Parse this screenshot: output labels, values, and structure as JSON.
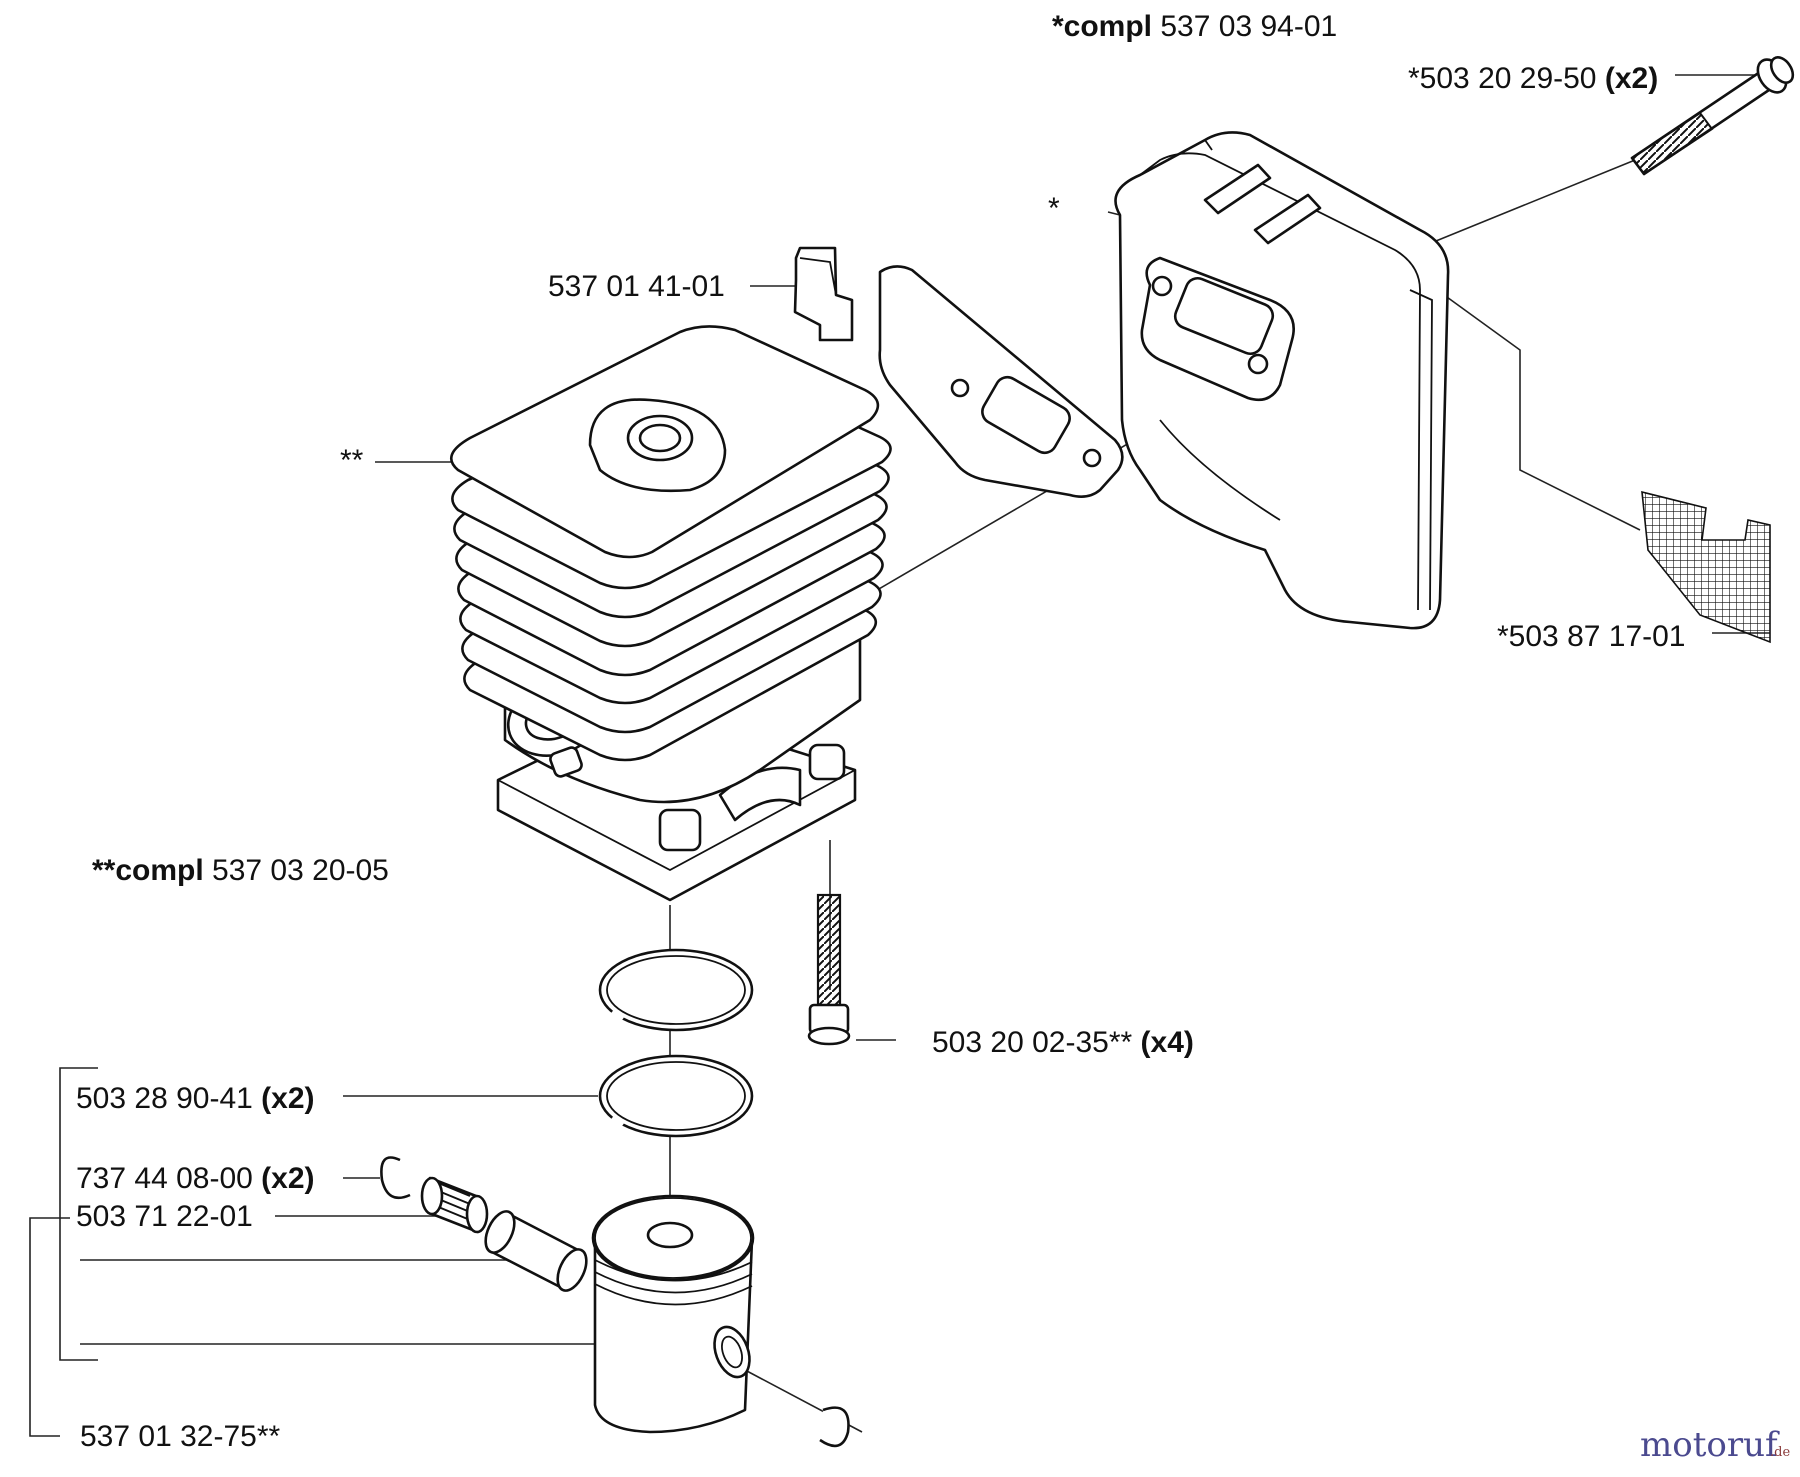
{
  "callouts": {
    "muffler_assy": {
      "bold": "*compl",
      "text": " 537 03 94-01"
    },
    "muffler_screw": {
      "text": "*503 20 29-50 ",
      "bold": "(x2)"
    },
    "muffler_mark": {
      "text": "*"
    },
    "bracket": {
      "text": "537 01 41-01"
    },
    "cylinder_mark": {
      "text": "**"
    },
    "spark_screen": {
      "text": "*503 87 17-01"
    },
    "cylinder_assy": {
      "bold": "**compl",
      "text": " 537 03 20-05"
    },
    "cylinder_screw": {
      "text": "503 20 02-35** ",
      "bold": "(x4)"
    },
    "piston_ring": {
      "text": "503 28 90-41 ",
      "bold": "(x2)"
    },
    "circlip": {
      "text": "737 44 08-00 ",
      "bold": "(x2)"
    },
    "needle_bearing": {
      "text": "503 71 22-01"
    },
    "piston_kit": {
      "text": "537 01 32-75**"
    }
  },
  "watermark": {
    "brand": "motoruf",
    "tld": ".de"
  },
  "icons": {
    "parts": [
      "cylinder-icon",
      "muffler-icon",
      "gasket-bracket-icon",
      "piston-icon",
      "piston-ring-icon",
      "needle-bearing-icon",
      "piston-pin-icon",
      "circlip-icon",
      "screw-icon",
      "spark-screen-icon"
    ]
  },
  "colors": {
    "line": "#111111",
    "background": "#ffffff",
    "watermark": "#4b4a8f"
  }
}
